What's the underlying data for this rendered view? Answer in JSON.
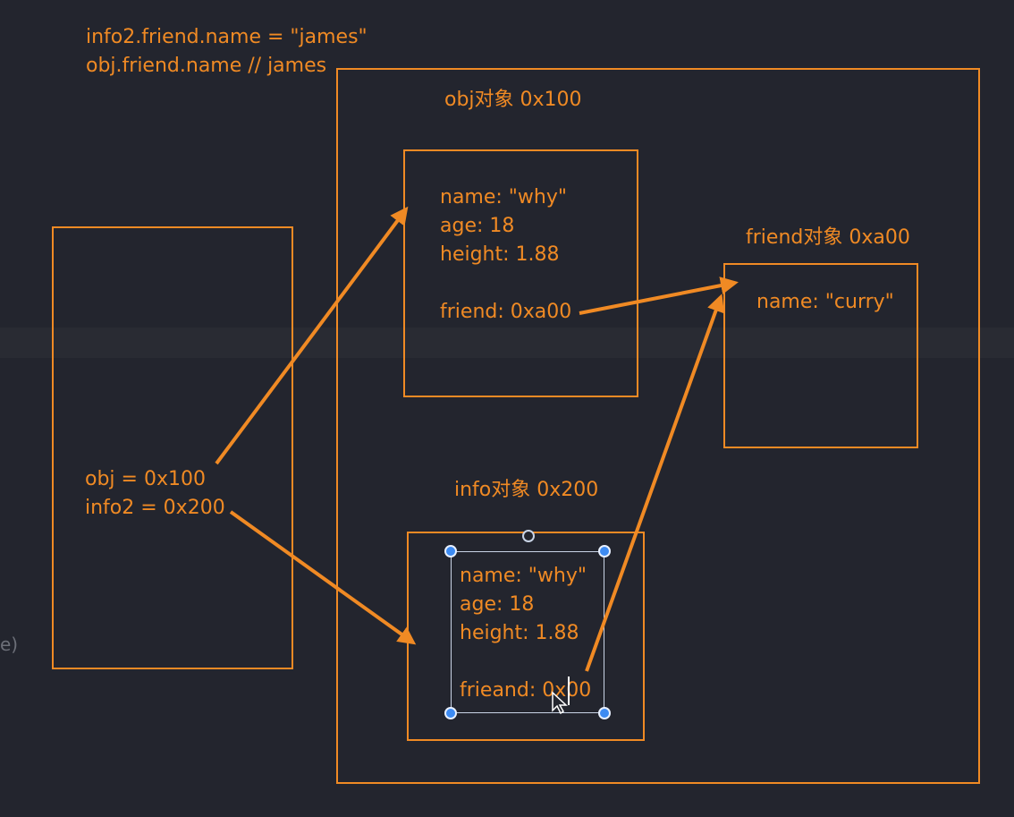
{
  "note": {
    "line1": "info2.friend.name = \"james\"",
    "line2": "obj.friend.name // james"
  },
  "stack": {
    "obj_line": "obj = 0x100",
    "info2_line": "info2 = 0x200"
  },
  "obj_object": {
    "title": "obj对象 0x100",
    "name": "name: \"why\"",
    "age": "age: 18",
    "height": "height: 1.88",
    "friend": "friend: 0xa00"
  },
  "friend_object": {
    "title": "friend对象 0xa00",
    "name": "name: \"curry\""
  },
  "info_object": {
    "title": "info对象 0x200",
    "name": "name: \"why\"",
    "age": "age: 18",
    "height": "height: 1.88",
    "friend": "frieand: 0x00"
  },
  "edge_text": "e)",
  "colors": {
    "background": "#23252e",
    "accent": "#f08a24",
    "selection": "#3d8bf2"
  }
}
